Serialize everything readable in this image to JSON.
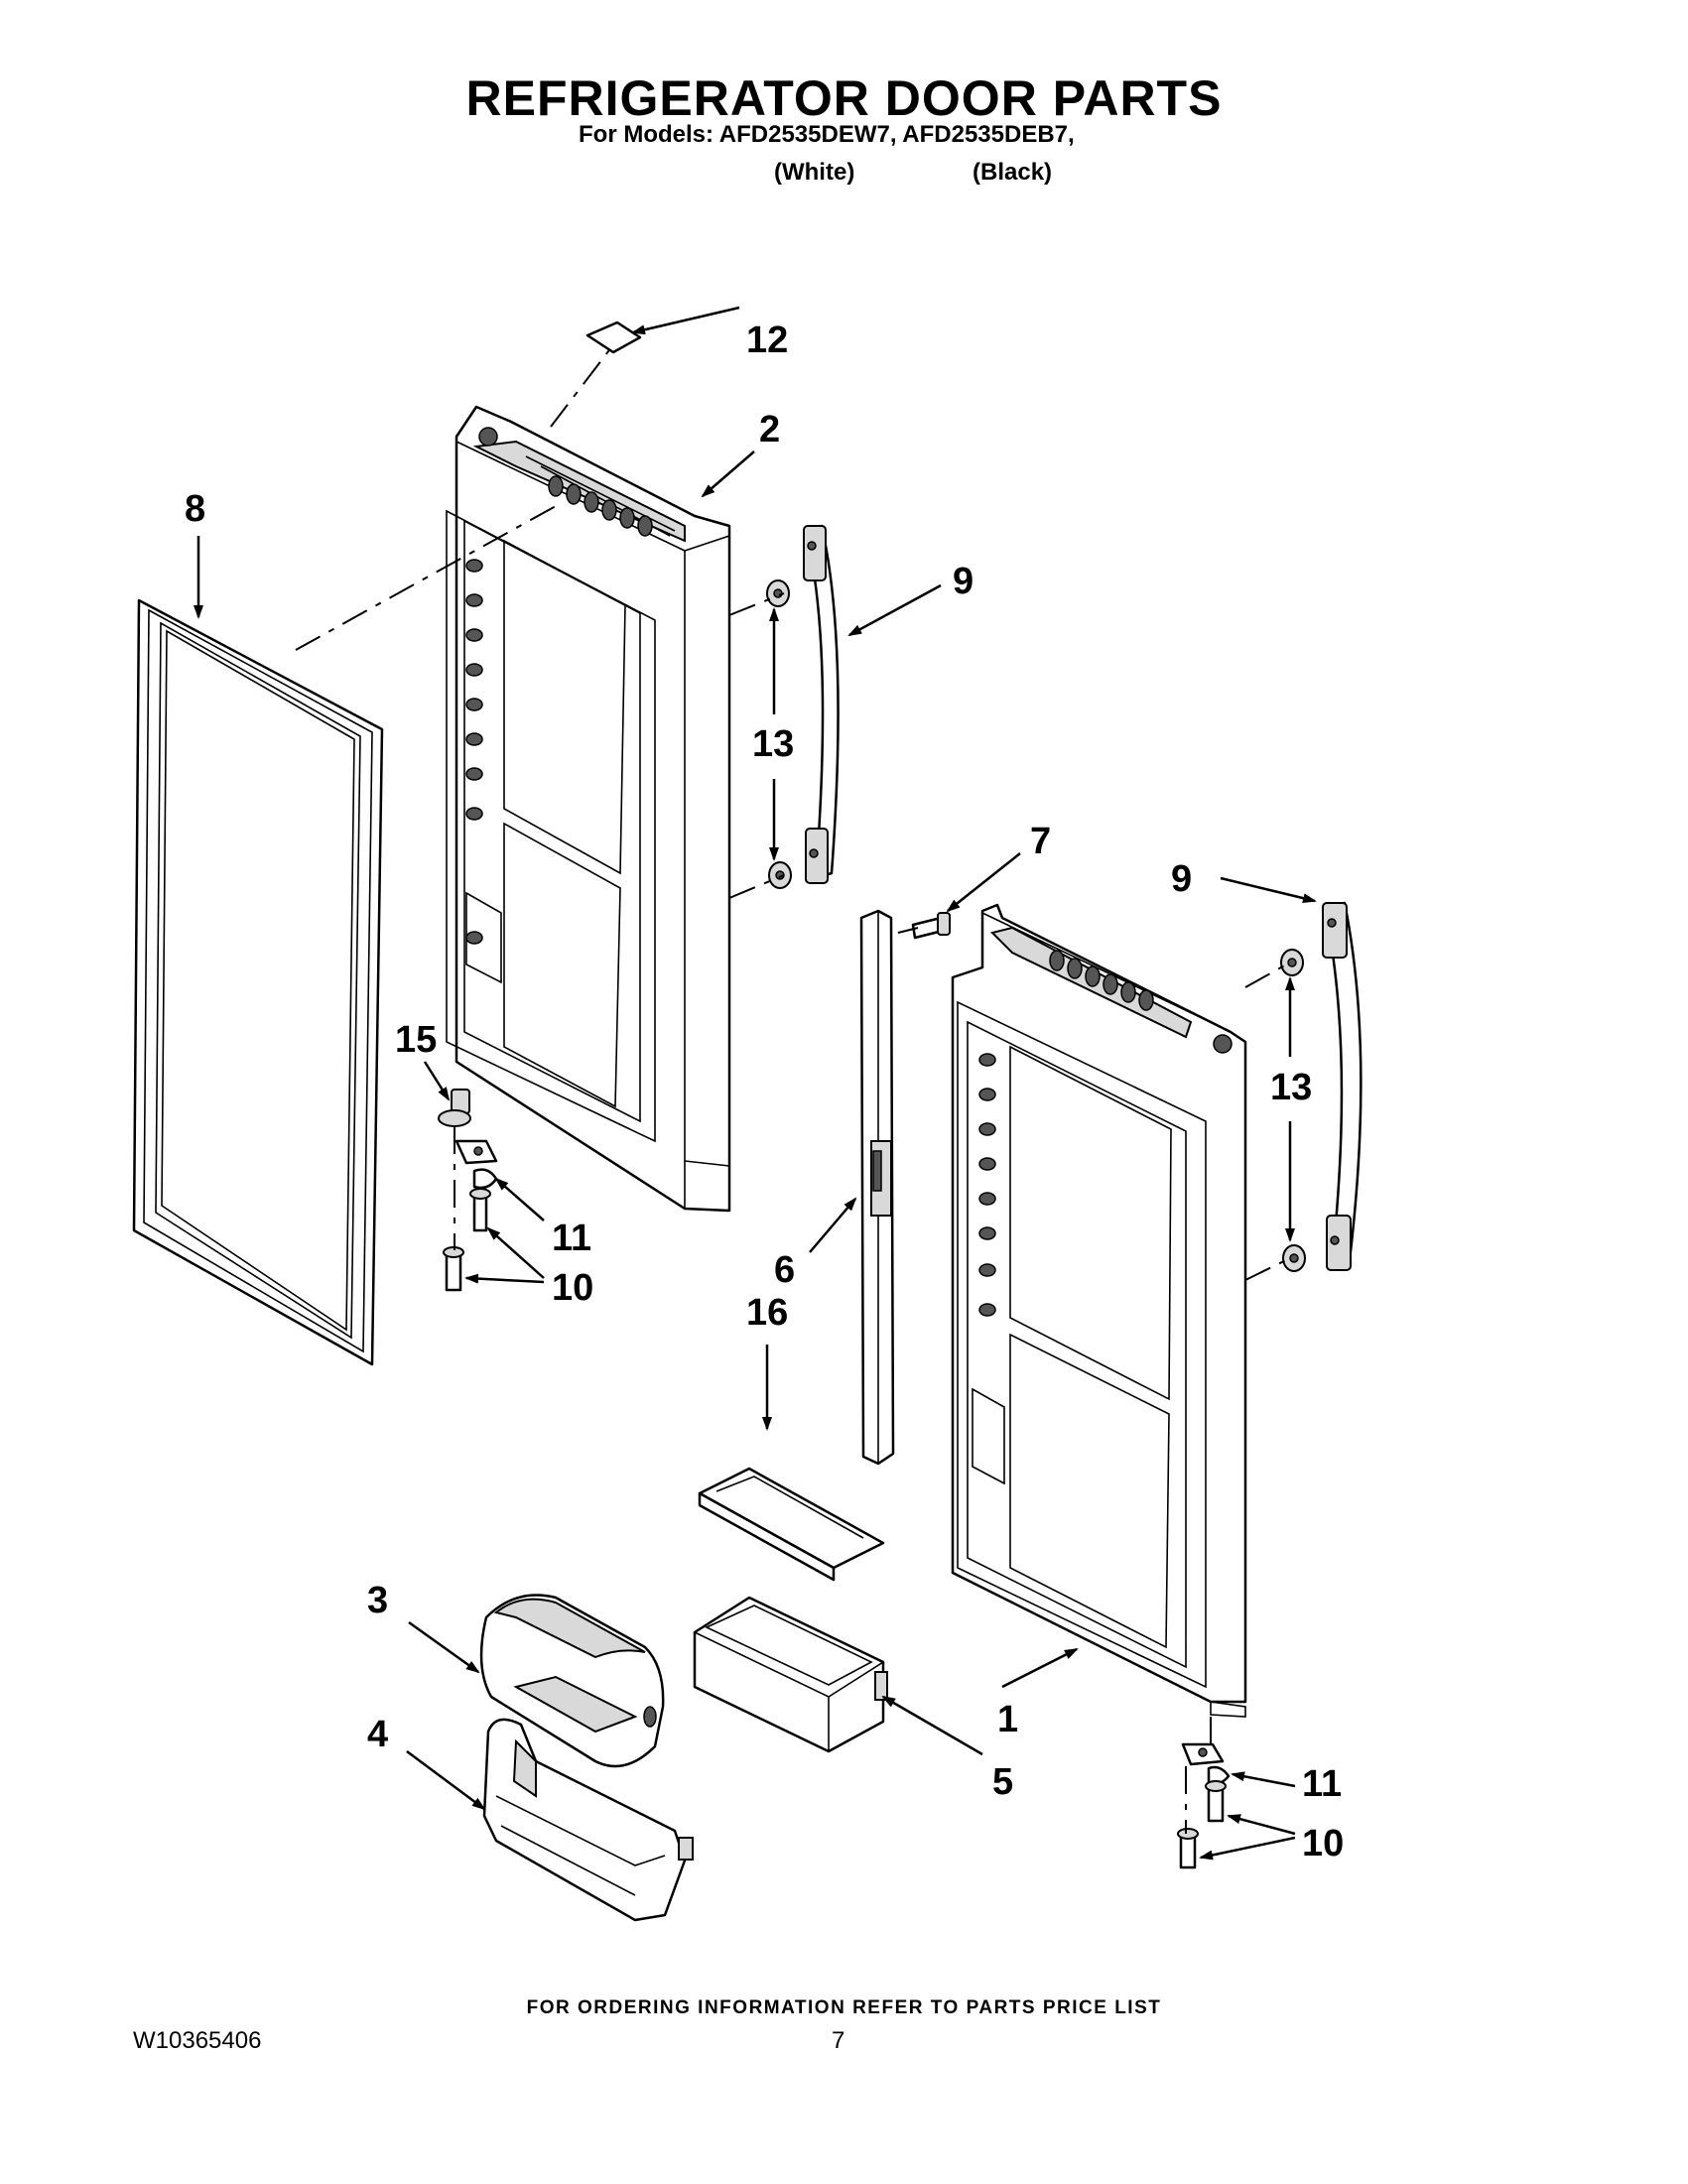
{
  "header": {
    "title": "REFRIGERATOR DOOR PARTS",
    "models_line": "For Models: AFD2535DEW7, AFD2535DEB7,",
    "variant_1": "(White)",
    "variant_2": "(Black)"
  },
  "callouts": {
    "c1": "1",
    "c2": "2",
    "c3": "3",
    "c4": "4",
    "c5": "5",
    "c6": "6",
    "c7": "7",
    "c8": "8",
    "c9a": "9",
    "c9b": "9",
    "c10a": "10",
    "c10b": "10",
    "c11a": "11",
    "c11b": "11",
    "c12": "12",
    "c13a": "13",
    "c13b": "13",
    "c15": "15",
    "c16": "16"
  },
  "footer": {
    "ordering_note": "FOR ORDERING INFORMATION REFER TO PARTS PRICE LIST",
    "document_number": "W10365406",
    "page_number": "7"
  }
}
